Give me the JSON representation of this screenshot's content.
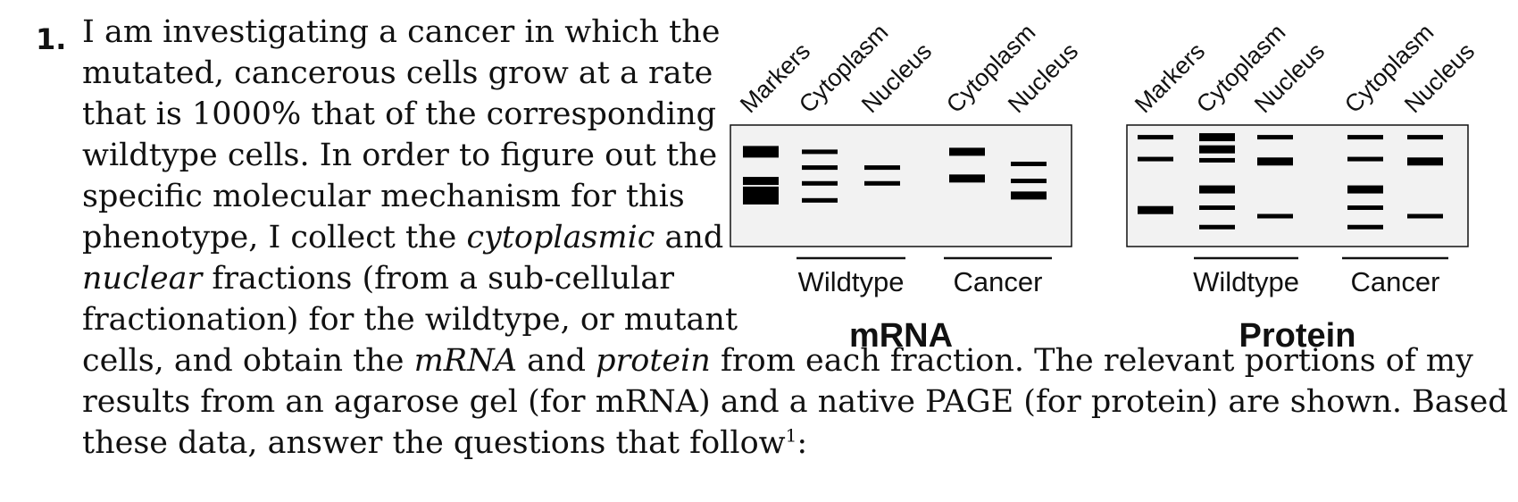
{
  "question": {
    "number": "1.",
    "lines": [
      "I am investigating a cancer in which the",
      "mutated, cancerous cells grow at a rate",
      "that is 1000% that of the corresponding",
      "wildtype cells. In order to figure out the",
      "specific molecular mechanism for this"
    ],
    "line6": {
      "a": "phenotype, I collect the ",
      "em": "cytoplasmic",
      "b": " and"
    },
    "line7": {
      "em": "nuclear",
      "b": " fractions (from a sub-cellular"
    },
    "line8": "fractionation) for the wildtype, or mutant",
    "line9": {
      "a": "cells, and obtain the ",
      "em1": "mRNA",
      "b": " and ",
      "em2": "protein",
      "c": " from each fraction. The relevant portions of my"
    },
    "line10": "results from an agarose gel (for mRNA) and a native PAGE (for protein) are shown. Based on",
    "line11": {
      "a": "these data, answer the questions that follow",
      "sup": "1",
      "b": ":"
    }
  },
  "gels": [
    {
      "title": "mRNA",
      "lanes": [
        {
          "label": "Markers",
          "bands": [
            {
              "y": 0.22,
              "w": "thick"
            },
            {
              "y": 0.46,
              "w": "medium"
            },
            {
              "y": 0.58,
              "w": "heavy"
            }
          ]
        },
        {
          "label": "Cytoplasm",
          "bands": [
            {
              "y": 0.22,
              "w": "thin"
            },
            {
              "y": 0.35,
              "w": "thin"
            },
            {
              "y": 0.48,
              "w": "thin"
            },
            {
              "y": 0.62,
              "w": "thin"
            }
          ]
        },
        {
          "label": "Nucleus",
          "bands": [
            {
              "y": 0.35,
              "w": "thin"
            },
            {
              "y": 0.48,
              "w": "thin"
            }
          ]
        },
        {
          "label": "Cytoplasm",
          "bands": [
            {
              "y": 0.22,
              "w": "medium"
            },
            {
              "y": 0.44,
              "w": "medium"
            }
          ]
        },
        {
          "label": "Nucleus",
          "bands": [
            {
              "y": 0.32,
              "w": "thin"
            },
            {
              "y": 0.46,
              "w": "thin"
            },
            {
              "y": 0.58,
              "w": "medium"
            }
          ]
        }
      ],
      "groups": [
        {
          "label": "Wildtype",
          "lanes": [
            1,
            2
          ]
        },
        {
          "label": "Cancer",
          "lanes": [
            3,
            4
          ]
        }
      ]
    },
    {
      "title": "Protein",
      "lanes": [
        {
          "label": "Markers",
          "bands": [
            {
              "y": 0.1,
              "w": "thin"
            },
            {
              "y": 0.28,
              "w": "thin"
            },
            {
              "y": 0.7,
              "w": "medium"
            }
          ]
        },
        {
          "label": "Cytoplasm",
          "bands": [
            {
              "y": 0.1,
              "w": "medium"
            },
            {
              "y": 0.2,
              "w": "medium"
            },
            {
              "y": 0.29,
              "w": "thin"
            },
            {
              "y": 0.53,
              "w": "medium"
            },
            {
              "y": 0.68,
              "w": "thin"
            },
            {
              "y": 0.84,
              "w": "thin"
            }
          ]
        },
        {
          "label": "Nucleus",
          "bands": [
            {
              "y": 0.1,
              "w": "thin"
            },
            {
              "y": 0.3,
              "w": "medium"
            },
            {
              "y": 0.75,
              "w": "thin"
            }
          ]
        },
        {
          "label": "Cytoplasm",
          "bands": [
            {
              "y": 0.1,
              "w": "thin"
            },
            {
              "y": 0.28,
              "w": "thin"
            },
            {
              "y": 0.53,
              "w": "medium"
            },
            {
              "y": 0.68,
              "w": "thin"
            },
            {
              "y": 0.84,
              "w": "thin"
            }
          ]
        },
        {
          "label": "Nucleus",
          "bands": [
            {
              "y": 0.1,
              "w": "thin"
            },
            {
              "y": 0.3,
              "w": "medium"
            },
            {
              "y": 0.75,
              "w": "thin"
            }
          ]
        }
      ],
      "groups": [
        {
          "label": "Wildtype",
          "lanes": [
            1,
            2
          ]
        },
        {
          "label": "Cancer",
          "lanes": [
            3,
            4
          ]
        }
      ]
    }
  ]
}
